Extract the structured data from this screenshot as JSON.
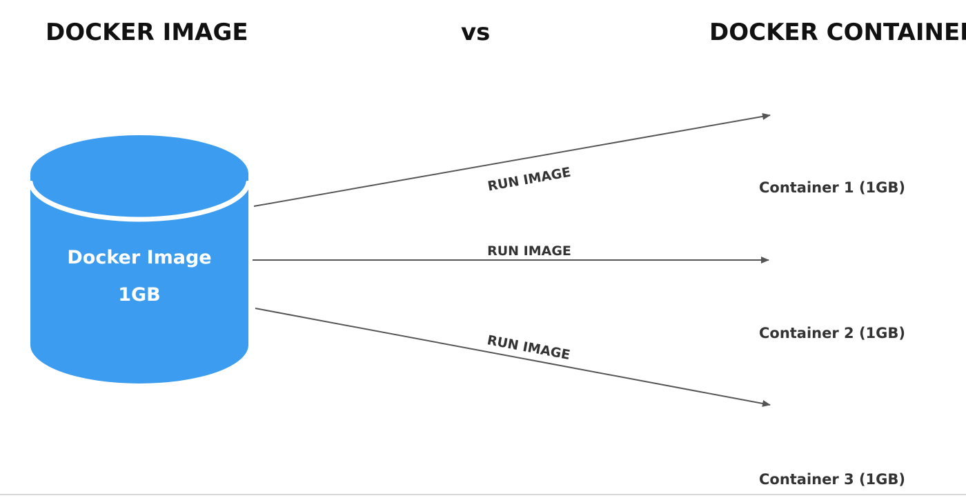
{
  "titles": {
    "left": "DOCKER IMAGE",
    "middle": "vs",
    "right": "DOCKER CONTAINER"
  },
  "image_node": {
    "label": "Docker Image",
    "size": "1GB",
    "icon": "database-cylinder-icon",
    "color": "#3b9cf0"
  },
  "edges": [
    {
      "label": "RUN IMAGE",
      "from": "image",
      "to": "container-1"
    },
    {
      "label": "RUN IMAGE",
      "from": "image",
      "to": "container-2"
    },
    {
      "label": "RUN IMAGE",
      "from": "image",
      "to": "container-3"
    }
  ],
  "containers": [
    {
      "label": "Container 1 (1GB)",
      "icon": "shipping-container-icon",
      "color": "#f0362e"
    },
    {
      "label": "Container 2 (1GB)",
      "icon": "shipping-container-icon",
      "color": "#f0362e"
    },
    {
      "label": "Container 3 (1GB)",
      "icon": "shipping-container-icon",
      "color": "#f0362e"
    }
  ],
  "colors": {
    "arrow": "#555555",
    "text": "#333333"
  }
}
